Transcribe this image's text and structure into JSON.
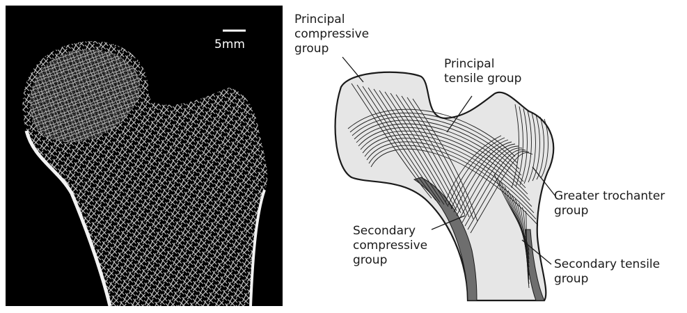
{
  "photo": {
    "scale_bar_label": "5mm",
    "background_color": "#000000",
    "bone_color": "#e8e8e8"
  },
  "diagram": {
    "labels": {
      "principal_compressive": "Principal\ncompressive\ngroup",
      "principal_tensile": "Principal\ntensile group",
      "greater_trochanter": "Greater trochanter\ngroup",
      "secondary_compressive": "Secondary\ncompressive\ngroup",
      "secondary_tensile": "Secondary tensile\ngroup"
    },
    "colors": {
      "bone_fill": "#e6e6e6",
      "cortex_fill": "#6e6e6e",
      "line_color": "#1a1a1a"
    }
  }
}
